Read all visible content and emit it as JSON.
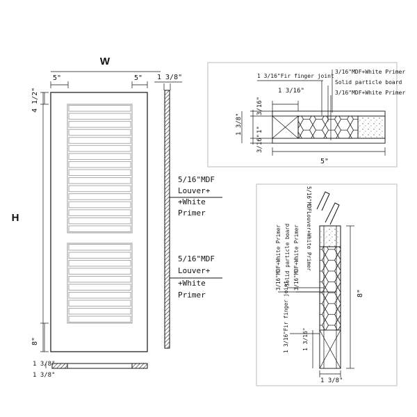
{
  "front": {
    "width_label": "W",
    "height_label": "H",
    "stile_left": "5\"",
    "stile_right": "5\"",
    "top_rail": "4 1/2\"",
    "bottom_rail": "8\"",
    "thickness": "1 3/8\"",
    "bottom_thickness": "1 3/8\""
  },
  "callouts": {
    "upper": [
      "5/16\"MDF",
      "Louver+",
      "+White",
      "Primer"
    ],
    "lower": [
      "5/16\"MDF",
      "Louver+",
      "+White",
      "Primer"
    ]
  },
  "stile_section": {
    "finger_joint": "1 3/16\"Fir finger joint",
    "mdf_top": "3/16\"MDF+White Primer",
    "particle": "Solid particle board",
    "mdf_bottom": "3/16\"MDF+White Primer",
    "joint_dim": "1 3/16\"",
    "dim_top": "3/16\"",
    "dim_mid": "1\"",
    "dim_bot": "3/16\"",
    "dim_total": "1 3/8\"",
    "width": "5\""
  },
  "rail_section": {
    "louver": "5/16\"MDFLouver+White Primer",
    "mdf_a": "3/16\"MDF+White Primer",
    "particle": "Solid particle board",
    "mdf_b": "3/16\"MDF+White Primer",
    "finger_joint": "1 3/16\"Fir finger joint",
    "joint_dim": "1 3/16\"",
    "height": "8\"",
    "thickness": "1 3/8\""
  }
}
